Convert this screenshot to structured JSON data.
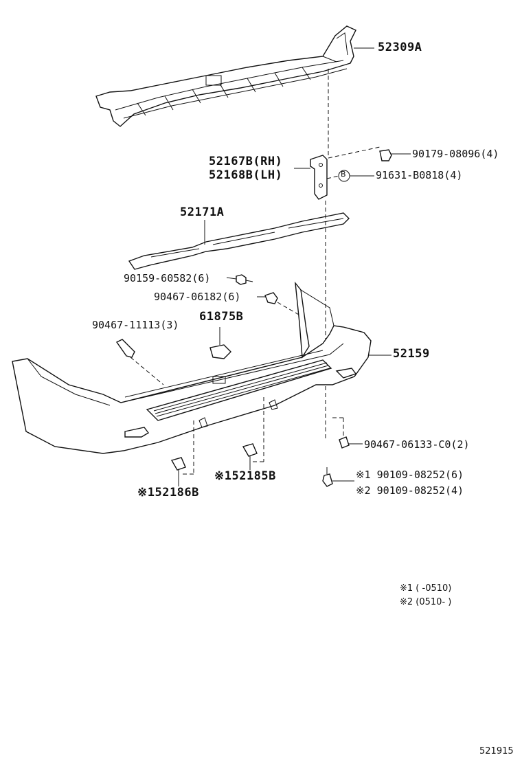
{
  "labels": {
    "p52309A": "52309A",
    "p52167B": "52167B(RH)",
    "p52168B": "52168B(LH)",
    "p90179": "90179-08096(4)",
    "p91631": "91631-B0818(4)",
    "p52171A": "52171A",
    "p90159": "90159-60582(6)",
    "p90467a": "90467-06182(6)",
    "p90467b": "90467-11113(3)",
    "p61875B": "61875B",
    "p52159": "52159",
    "p90467c": "90467-06133-C0(2)",
    "p52185B": "※152185B",
    "p52186B": "※152186B",
    "p90109a": "※1 90109-08252(6)",
    "p90109b": "※2 90109-08252(4)"
  },
  "notes": {
    "n1": "※1 (      -0510)",
    "n2": "※2 (0510-      )"
  },
  "footer_code": "521915",
  "callout_symbol": "B"
}
